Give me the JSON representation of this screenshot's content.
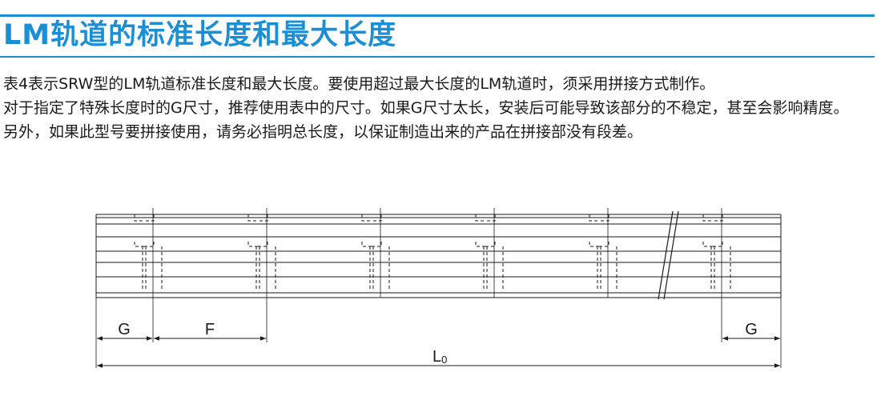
{
  "section": {
    "title": "LM轨道的标准长度和最大长度"
  },
  "paragraphs": [
    "表4表示SRW型的LM轨道标准长度和最大长度。要使用超过最大长度的LM轨道时，须采用拼接方式制作。",
    "对于指定了特殊长度时的G尺寸，推荐使用表中的尺寸。如果G尺寸太长，安装后可能导致该部分的不稳定，甚至会影响精度。",
    "另外，如果此型号要拼接使用，请务必指明总长度，以保证制造出来的产品在拼接部没有段差。"
  ],
  "diagram": {
    "labels": {
      "g_left": "G",
      "f": "F",
      "g_right": "G",
      "l_main": "L",
      "l_sub": "0"
    }
  },
  "colors": {
    "accent": "#1a8fd6",
    "text": "#1a1a1a"
  }
}
